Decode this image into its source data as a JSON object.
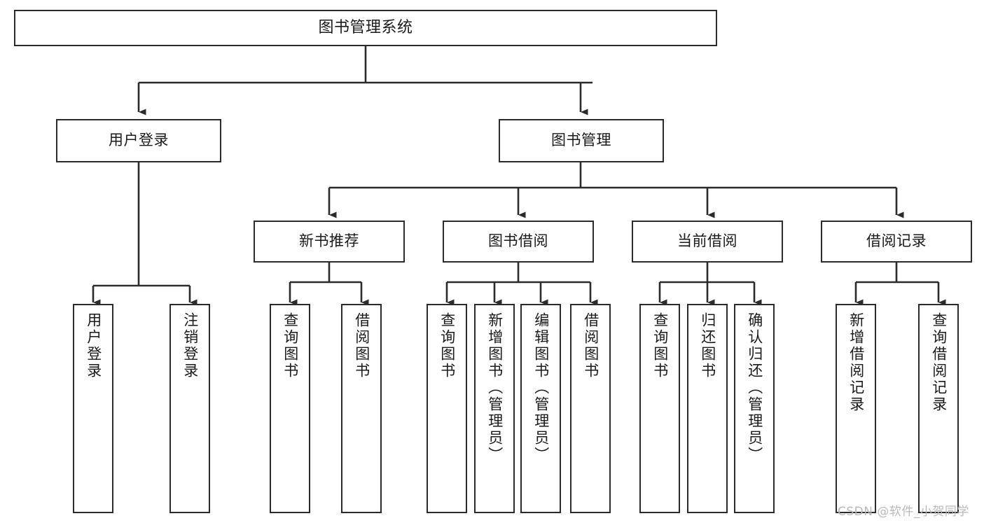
{
  "diagram": {
    "title": "图书管理系统",
    "type": "tree-hierarchy-diagram",
    "colors": {
      "box_border": "#2b2b2b",
      "box_fill": "#ffffff",
      "edge": "#2b2b2b",
      "text": "#1a1a1a",
      "watermark": "#b9b9b9",
      "background": "#ffffff"
    },
    "root": {
      "label": "图书管理系统"
    },
    "level2": [
      {
        "label": "用户登录"
      },
      {
        "label": "图书管理"
      }
    ],
    "level3": [
      {
        "label": "新书推荐"
      },
      {
        "label": "图书借阅"
      },
      {
        "label": "当前借阅"
      },
      {
        "label": "借阅记录"
      }
    ],
    "leaves": {
      "user_login": [
        {
          "label": "用户登录"
        },
        {
          "label": "注销登录"
        }
      ],
      "new_book_recommend": [
        {
          "label": "查询图书"
        },
        {
          "label": "借阅图书"
        }
      ],
      "book_borrow": [
        {
          "label": "查询图书"
        },
        {
          "label": "新增图书（管理员）"
        },
        {
          "label": "编辑图书（管理员）"
        },
        {
          "label": "借阅图书"
        }
      ],
      "current_borrow": [
        {
          "label": "查询图书"
        },
        {
          "label": "归还图书"
        },
        {
          "label": "确认归还（管理员）"
        }
      ],
      "borrow_record": [
        {
          "label": "新增借阅记录"
        },
        {
          "label": "查询借阅记录"
        }
      ]
    },
    "watermark": "CSDN @软件_小贺同学"
  }
}
